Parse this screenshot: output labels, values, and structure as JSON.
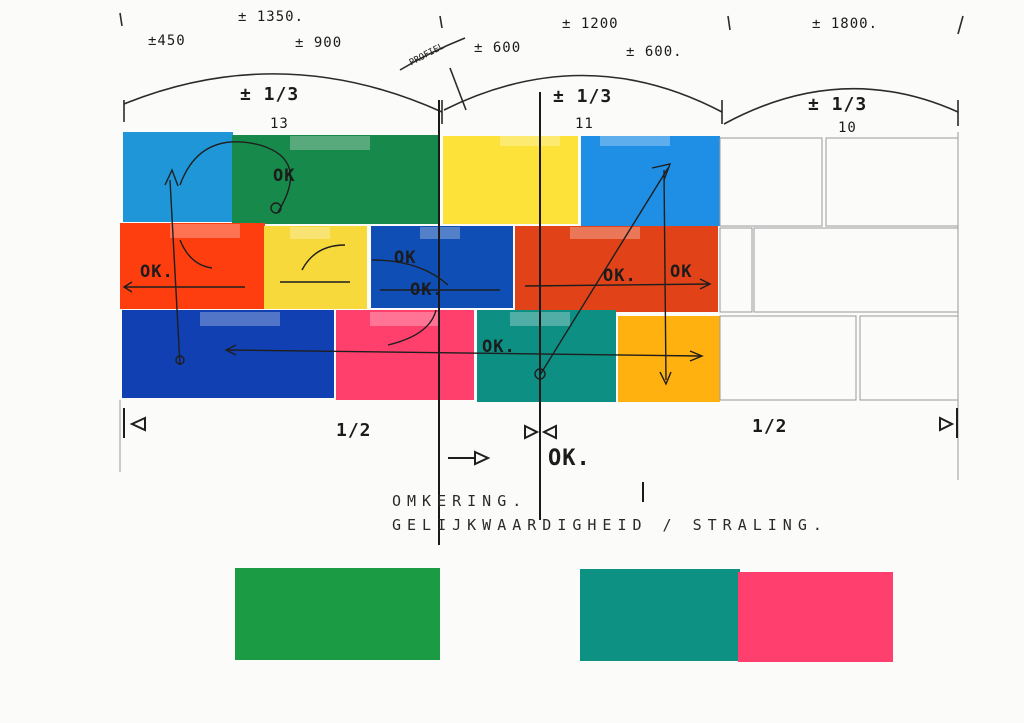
{
  "colors": {
    "light_blue": "#1f96d8",
    "green": "#17894a",
    "yellow": "#fde23a",
    "sky_blue": "#1f8fe6",
    "red_orange": "#ff3e10",
    "pale_yellow": "#f7d93c",
    "royal_blue": "#0f4fb5",
    "orange_red": "#e14217",
    "blue": "#1140b2",
    "pink": "#ff3f6c",
    "teal": "#0e8f84",
    "orange": "#ffb10f",
    "swatch_green": "#1b9b44",
    "swatch_teal": "#0d9183",
    "swatch_pink": "#ff3f6e"
  },
  "annotations": {
    "top_dims": [
      "±450",
      "± 1350.",
      "± 900",
      "± 1200",
      "± 600",
      "± 600.",
      "± 1800."
    ],
    "boundary_tag": "PROFIEL",
    "section_fractions": [
      "± 1/3",
      "± 1/3",
      "± 1/3"
    ],
    "section_counts": [
      "13",
      "11",
      "10"
    ],
    "panel_ok_marks": [
      "OK",
      "OK.",
      "OK",
      "OK.",
      "OK.",
      "OK",
      "OK."
    ],
    "bottom_fractions": [
      "1/2",
      "1/2"
    ],
    "bottom_ok": "OK.",
    "caption_line1": "OMKERING.",
    "caption_line2": "GELIJKWAARDIGHEID / STRALING."
  }
}
